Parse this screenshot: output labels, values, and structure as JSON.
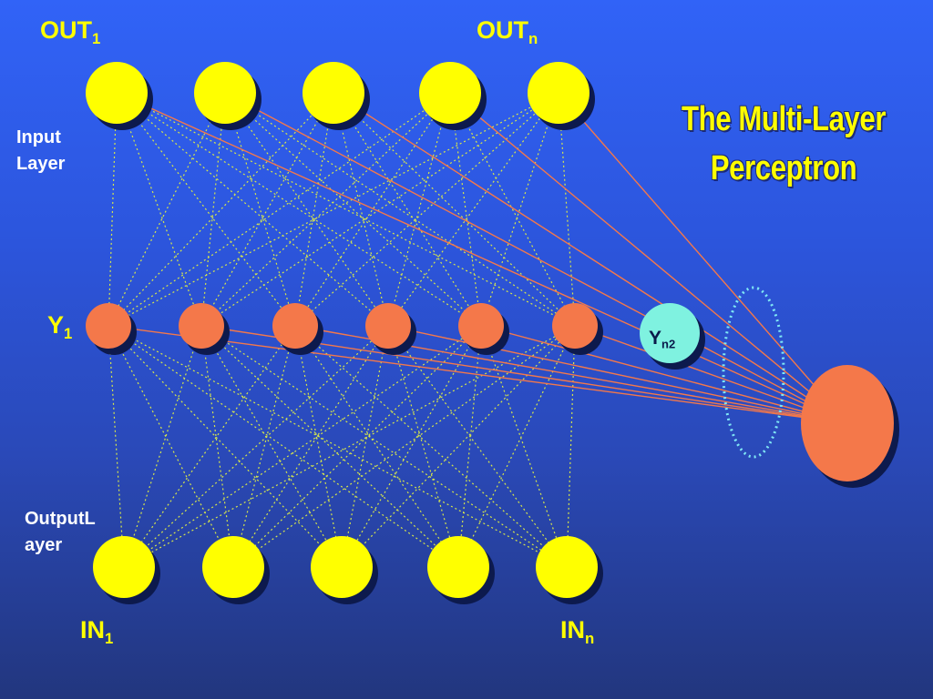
{
  "title": "The Multi-Layer Perceptron",
  "labels": {
    "out_first": "OUT",
    "out_first_sub": "1",
    "out_last": "OUT",
    "out_last_sub": "n",
    "input_layer": "Input Layer",
    "y_first": "Y",
    "y_first_sub": "1",
    "y_extra": "Y",
    "y_extra_sub": "n2",
    "output_layer": "OutputL ayer",
    "in_first": "IN",
    "in_first_sub": "1",
    "in_last": "IN",
    "in_last_sub": "n"
  },
  "colors": {
    "top_node": "#ffff00",
    "hidden_node": "#f4784a",
    "bottom_node": "#ffff00",
    "extra_hidden_node": "#7ff2e0",
    "big_node": "#f4784a",
    "dotted_link": "#d8e84a",
    "solid_link": "#f4784a",
    "ellipse": "#7fe8f5"
  },
  "network": {
    "top_nodes": 5,
    "hidden_nodes": 6,
    "bottom_nodes": 5
  }
}
